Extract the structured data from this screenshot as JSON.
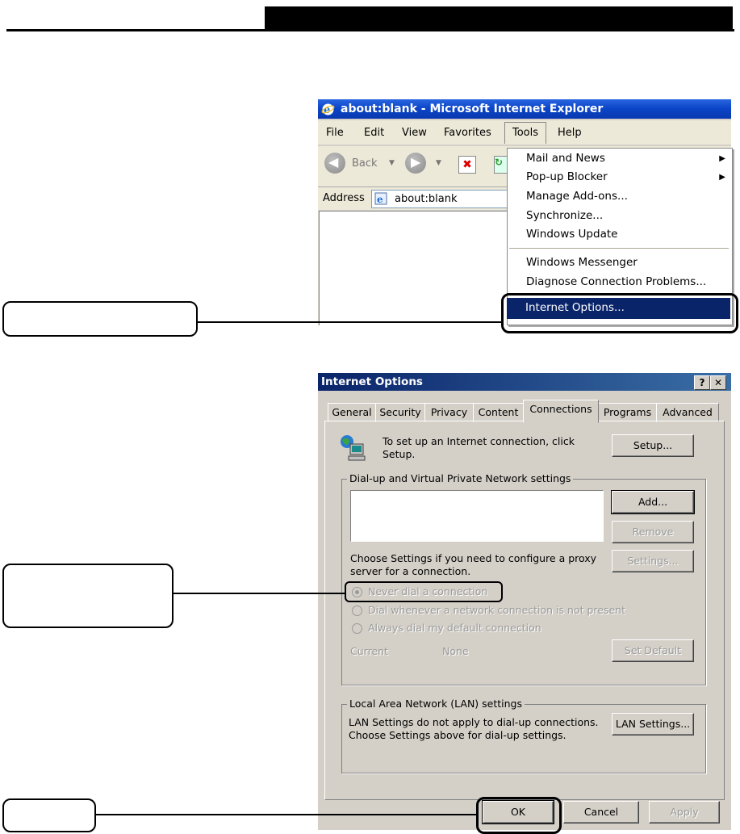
{
  "ie": {
    "title": "about:blank - Microsoft Internet Explorer",
    "menu": [
      "File",
      "Edit",
      "View",
      "Favorites",
      "Tools",
      "Help"
    ],
    "back_label": "Back",
    "address_label": "Address",
    "address_value": "about:blank"
  },
  "tools_menu": {
    "items": [
      "Mail and News",
      "Pop-up Blocker",
      "Manage Add-ons...",
      "Synchronize...",
      "Windows Update",
      "Windows Messenger",
      "Diagnose Connection Problems...",
      "Internet Options..."
    ]
  },
  "dialog": {
    "title": "Internet Options",
    "help_btn": "?",
    "close_btn": "✕",
    "tabs": [
      "General",
      "Security",
      "Privacy",
      "Content",
      "Connections",
      "Programs",
      "Advanced"
    ],
    "active_tab": "Connections",
    "setup_text_1": "To set up an Internet connection, click",
    "setup_text_2": "Setup.",
    "setup_btn": "Setup...",
    "dialup_group": "Dial-up and Virtual Private Network settings",
    "add_btn": "Add...",
    "remove_btn": "Remove",
    "settings_btn": "Settings...",
    "proxy_text_1": "Choose Settings if you need to configure a proxy",
    "proxy_text_2": "server for a connection.",
    "radio_1": "Never dial a connection",
    "radio_2": "Dial whenever a network connection is not present",
    "radio_3": "Always dial my default connection",
    "current_label": "Current",
    "current_value": "None",
    "set_default_btn": "Set Default",
    "lan_group": "Local Area Network (LAN) settings",
    "lan_text_1": "LAN Settings do not apply to dial-up connections.",
    "lan_text_2": "Choose Settings above for dial-up settings.",
    "lan_btn": "LAN Settings...",
    "ok_btn": "OK",
    "cancel_btn": "Cancel",
    "apply_btn": "Apply"
  },
  "colors": {
    "menu_highlight": "#0a246a",
    "dialog_face": "#d4d0c8"
  }
}
